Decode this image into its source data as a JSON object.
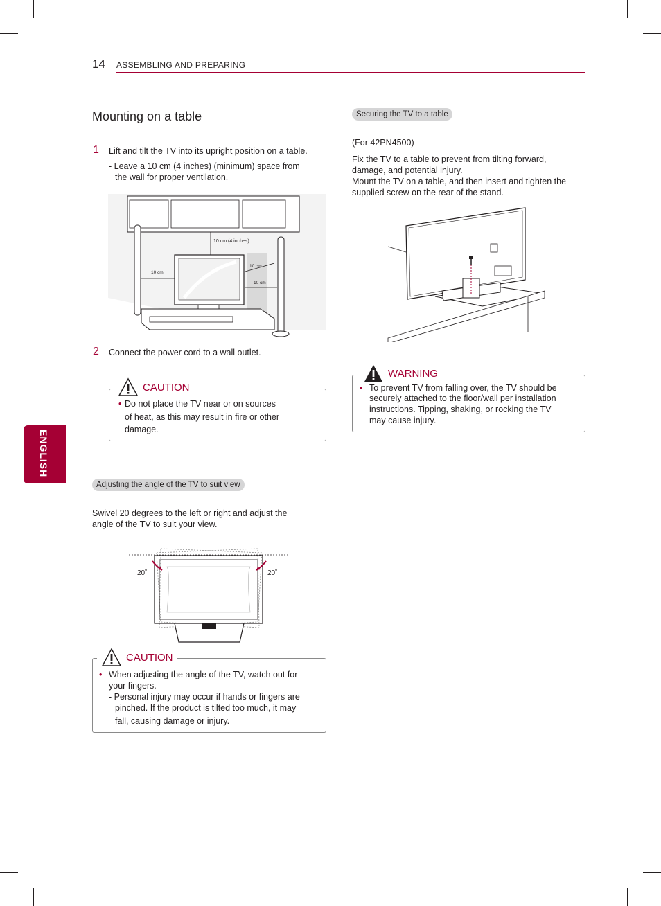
{
  "header": {
    "page_number": "14",
    "section": "ASSEMBLING AND PREPARING"
  },
  "side_tab": {
    "label": "ENGLISH"
  },
  "left": {
    "title": "Mounting on a table",
    "step1": {
      "number": "1",
      "text": "Lift and tilt the TV into its upright position on a table.",
      "sub1": "-  Leave a 10 cm (4 inches) (minimum) space from",
      "sub2": "the wall for proper ventilation."
    },
    "figure1": {
      "label_top": "10 cm (4 inches)",
      "label_left": "10 cm",
      "label_right_top": "10 cm",
      "label_right_bottom": "10 cm"
    },
    "step2": {
      "number": "2",
      "text": "Connect the power cord to a wall outlet."
    },
    "caution1": {
      "title": "CAUTION",
      "bullet": "•",
      "line1": "Do not place the TV near or on sources",
      "line2": "of heat, as this may result in fire or other",
      "line3": "damage."
    },
    "angle_section": {
      "label": "Adjusting the angle of the TV to suit view",
      "line1": "Swivel 20 degrees to the left or right and adjust the",
      "line2": "angle of the TV to suit your view.",
      "angle_left": "20˚",
      "angle_right": "20˚"
    },
    "caution2": {
      "title": "CAUTION",
      "bullet": "•",
      "line1": "When adjusting the angle of the TV, watch out for",
      "line2": "your fingers.",
      "line3": "- Personal injury may occur if hands or fingers are",
      "line4": "pinched. If the product is tilted too much, it may",
      "line5": "fall, causing damage or injury."
    }
  },
  "right": {
    "securing_label": "Securing the TV to a table",
    "model": "(For 42PN4500)",
    "p1_line1": "Fix the TV to a table to prevent from tilting forward,",
    "p1_line2": "damage, and potential injury.",
    "p2_line1": "Mount the TV on a table, and then insert and tighten the",
    "p2_line2": "supplied screw on the rear of the stand.",
    "warning": {
      "title": "WARNING",
      "bullet": "•",
      "line1": "To prevent TV from falling over, the TV should be",
      "line2": "securely attached to the floor/wall per installation",
      "line3": "instructions. Tipping, shaking, or rocking the TV",
      "line4": "may cause injury."
    }
  },
  "colors": {
    "accent": "#a50034",
    "pill": "#d5d5d6",
    "text": "#231f20"
  },
  "icons": [
    "caution-triangle-icon",
    "warning-triangle-icon"
  ]
}
